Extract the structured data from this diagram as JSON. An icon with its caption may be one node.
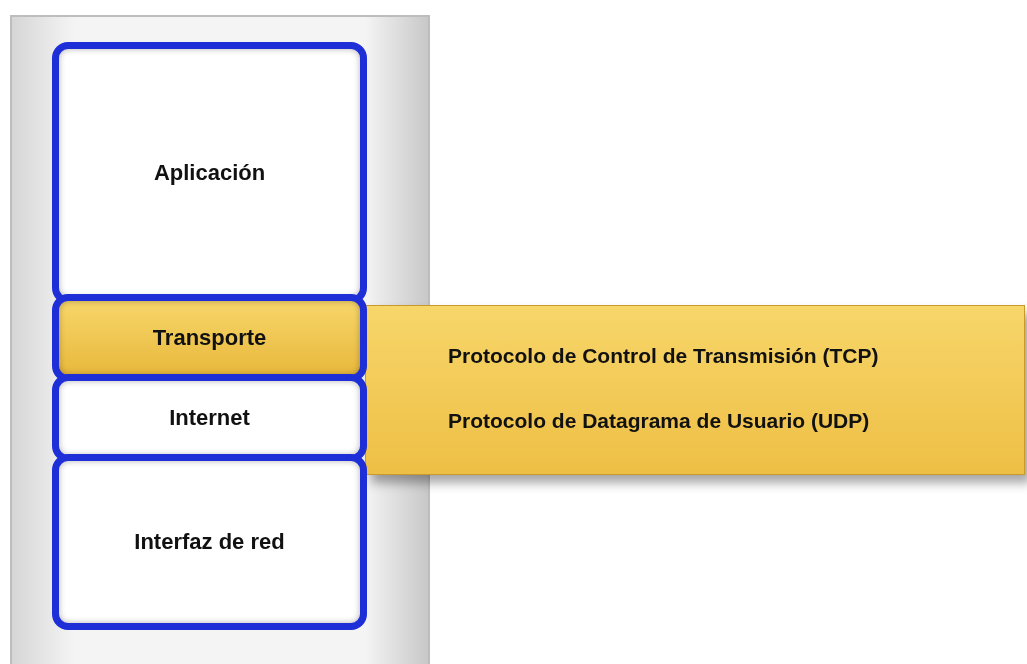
{
  "diagram": {
    "nodes": [
      {
        "text": [],
        "shape": "box"
      },
      {
        "text": [
          "Aplicación"
        ],
        "in": 0
      },
      {
        "text": [
          "Transporte"
        ],
        "in": 0
      },
      {
        "text": [
          "Internet"
        ],
        "in": 0
      },
      {
        "text": [
          "Interfaz de red"
        ],
        "in": 0
      },
      {
        "text": [
          "Protocolo de Control de Transmisión (TCP)",
          "Protocolo de Datagrama de Usuario (UDP)"
        ]
      }
    ],
    "edges": []
  }
}
